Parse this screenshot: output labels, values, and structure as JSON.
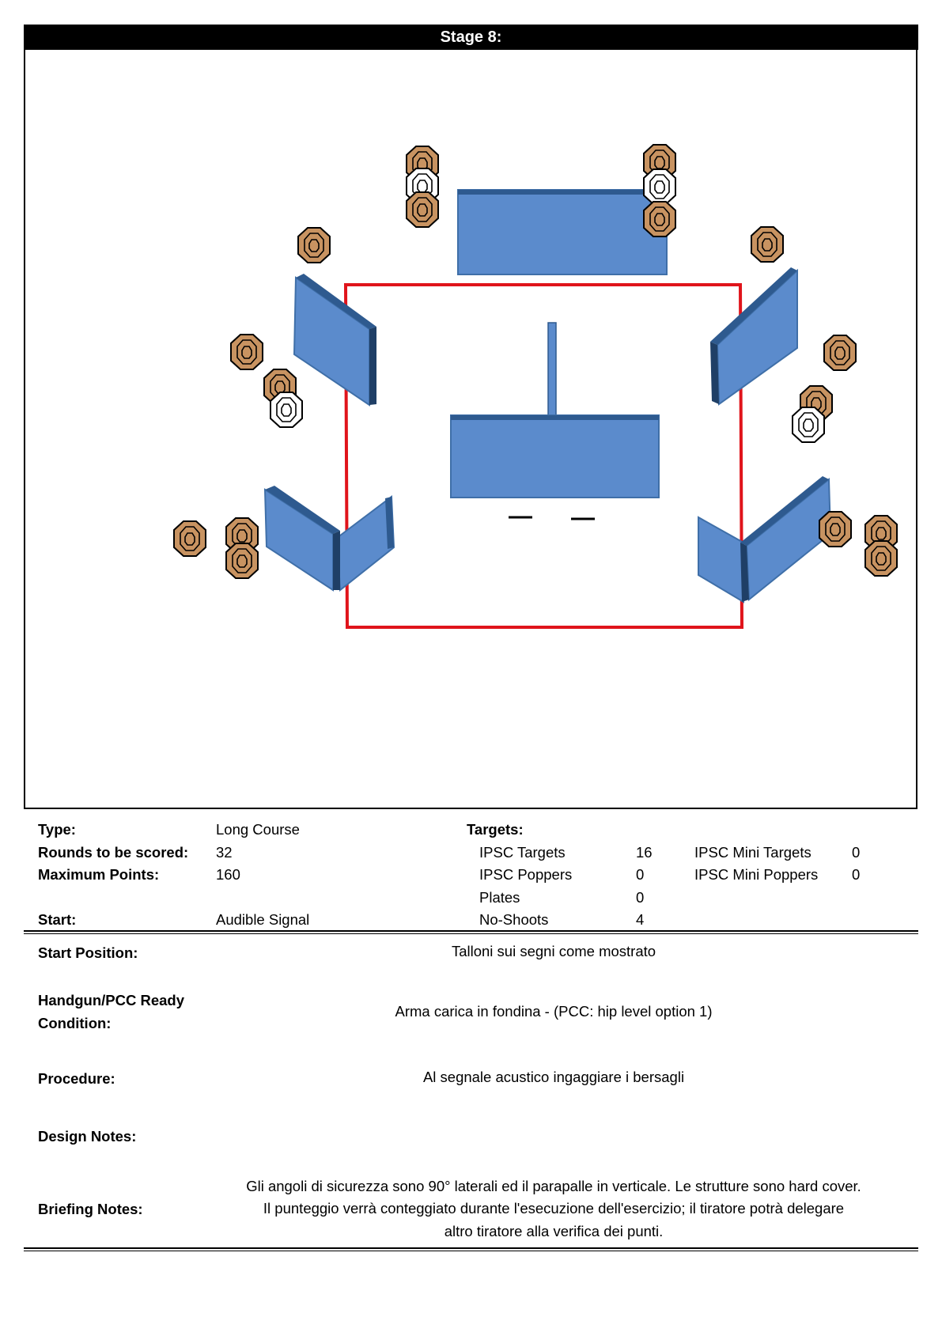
{
  "stage": {
    "title": "Stage 8:"
  },
  "info": {
    "type_label": "Type:",
    "type_value": "Long Course",
    "rounds_label": "Rounds to be scored:",
    "rounds_value": "32",
    "max_points_label": "Maximum Points:",
    "max_points_value": "160",
    "start_label": "Start:",
    "start_value": "Audible Signal"
  },
  "targets": {
    "heading": "Targets:",
    "items": [
      {
        "label": "IPSC Targets",
        "value": "16"
      },
      {
        "label": "IPSC Poppers",
        "value": "0"
      },
      {
        "label": "Plates",
        "value": "0"
      },
      {
        "label": "No-Shoots",
        "value": "4"
      }
    ],
    "mini_items": [
      {
        "label": "IPSC Mini Targets",
        "value": "0"
      },
      {
        "label": "IPSC Mini Poppers",
        "value": "0"
      }
    ]
  },
  "details": {
    "start_position_label": "Start Position:",
    "start_position_value": "Talloni sui segni come mostrato",
    "ready_label_1": "Handgun/PCC Ready",
    "ready_label_2": "Condition:",
    "ready_value": "Arma carica in fondina - (PCC: hip level option 1)",
    "procedure_label": "Procedure:",
    "procedure_value": "Al segnale acustico ingaggiare i bersagli",
    "design_notes_label": "Design Notes:",
    "briefing_label": "Briefing Notes:",
    "briefing_line_1": "Gli angoli di sicurezza sono 90° laterali ed il parapalle in verticale. Le strutture sono hard cover.",
    "briefing_line_2": "Il punteggio verrà conteggiato durante l'esecuzione dell'esercizio; il tiratore potrà delegare",
    "briefing_line_3": "altro tiratore alla verifica  dei punti."
  },
  "colors": {
    "wall": "#5b8bcc",
    "wall_dark": "#2e5a8f",
    "fault_line": "#e0141b",
    "target": "#c89361",
    "no_shoot": "#ffffff"
  }
}
